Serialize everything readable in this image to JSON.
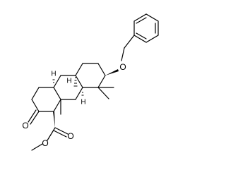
{
  "molecule": {
    "atom_labels": {
      "ether_oxygen": "O",
      "ketone_oxygen": "O",
      "ester_carbonyl_oxygen": "O",
      "ester_single_oxygen": "O",
      "stereo_h_1": "H",
      "stereo_h_2": "H",
      "stereo_h_3": "H"
    }
  }
}
